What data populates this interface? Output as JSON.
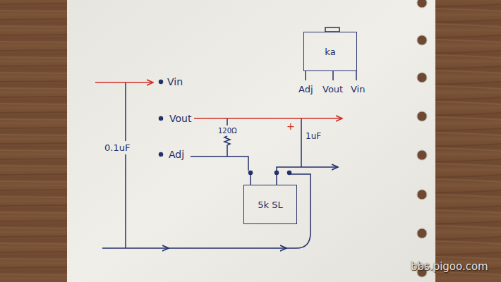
{
  "diagram": {
    "nodes": [
      {
        "text": [
          "ka"
        ]
      },
      {
        "text": [
          "5k SL"
        ]
      }
    ],
    "labels": [
      "Vin",
      "Vout",
      "Adj",
      "0.1uF",
      "120Ω",
      "+",
      "1uF",
      "Adj",
      "Vout",
      "Vin",
      "bbs.pigoo.com"
    ]
  }
}
